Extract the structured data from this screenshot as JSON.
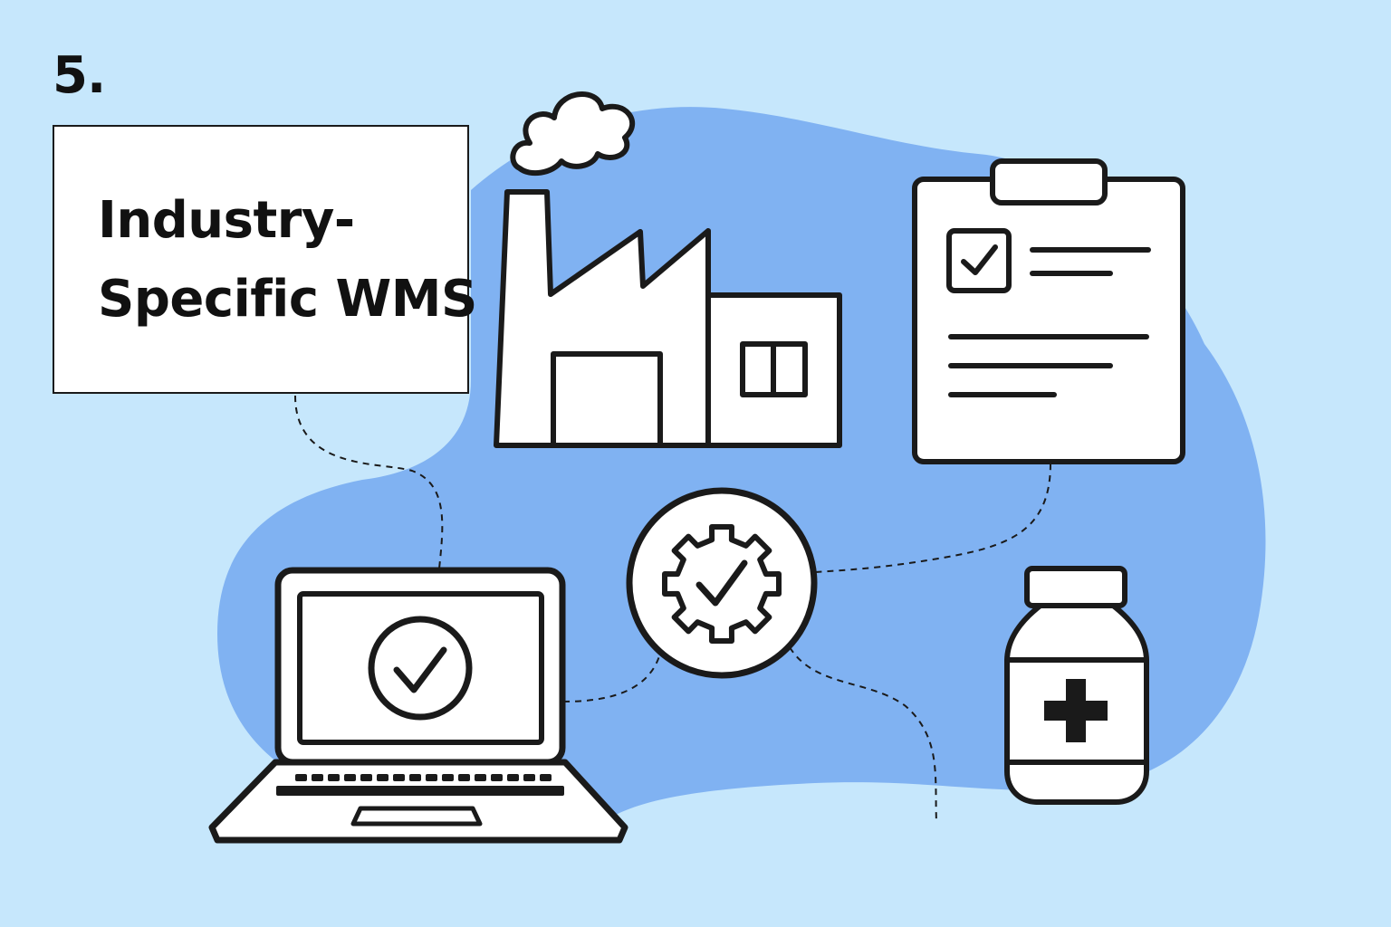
{
  "step_number": "5.",
  "title": {
    "line1": "Industry-",
    "line2": "Specific WMS"
  },
  "icons": [
    "factory-icon",
    "clipboard-checklist-icon",
    "gear-check-icon",
    "laptop-check-icon",
    "medicine-bottle-icon"
  ],
  "colors": {
    "background": "#c6e7fc",
    "blob": "#80b2f2",
    "stroke": "#1a1a1a",
    "fill": "#ffffff"
  }
}
